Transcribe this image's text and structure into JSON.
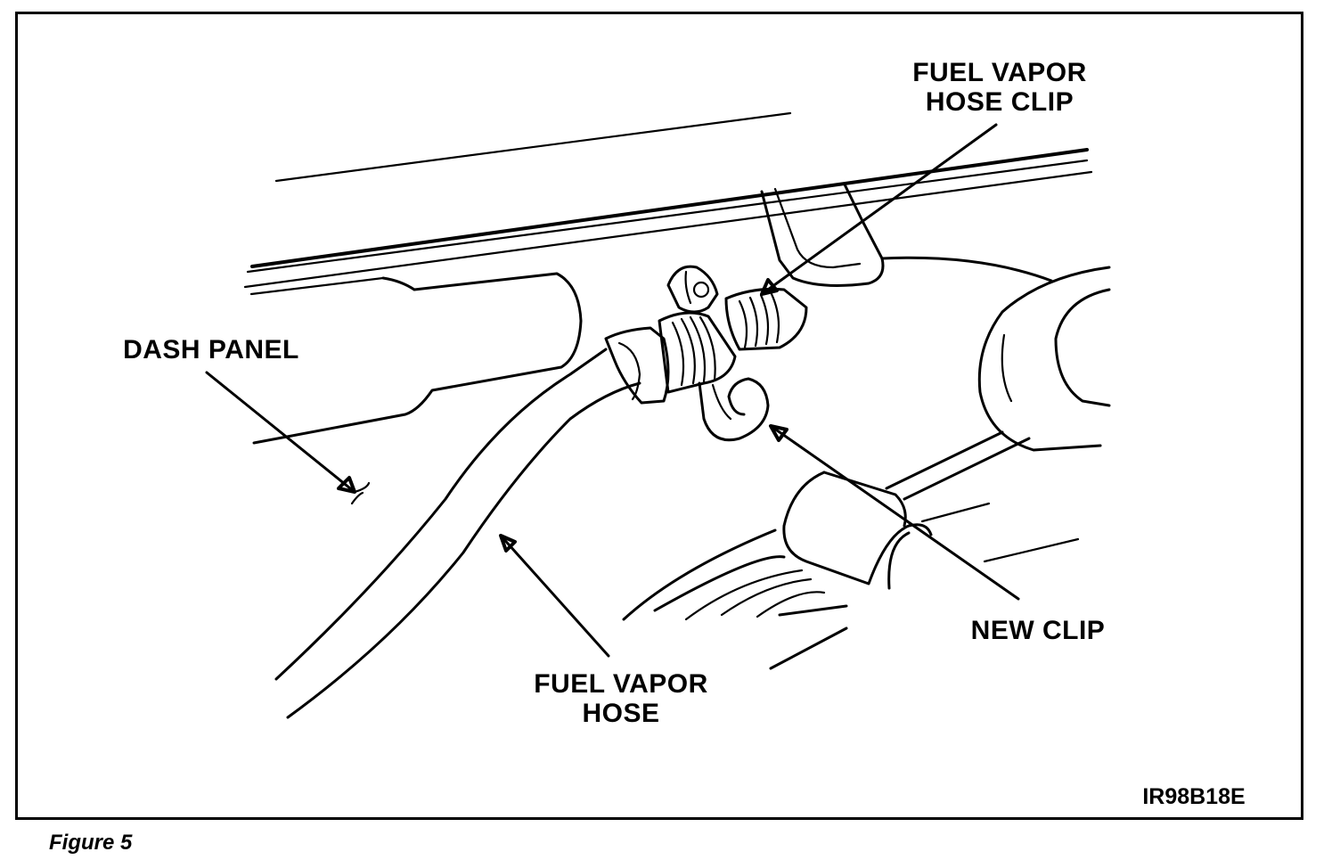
{
  "labels": {
    "fuel_vapor_hose_clip": [
      "FUEL VAPOR",
      "HOSE CLIP"
    ],
    "dash_panel": "DASH PANEL",
    "new_clip": "NEW CLIP",
    "fuel_vapor_hose": [
      "FUEL VAPOR",
      "HOSE"
    ]
  },
  "drawing_code": "IR98B18E",
  "caption": "Figure 5",
  "colors": {
    "ink": "#000000",
    "background": "#ffffff"
  }
}
